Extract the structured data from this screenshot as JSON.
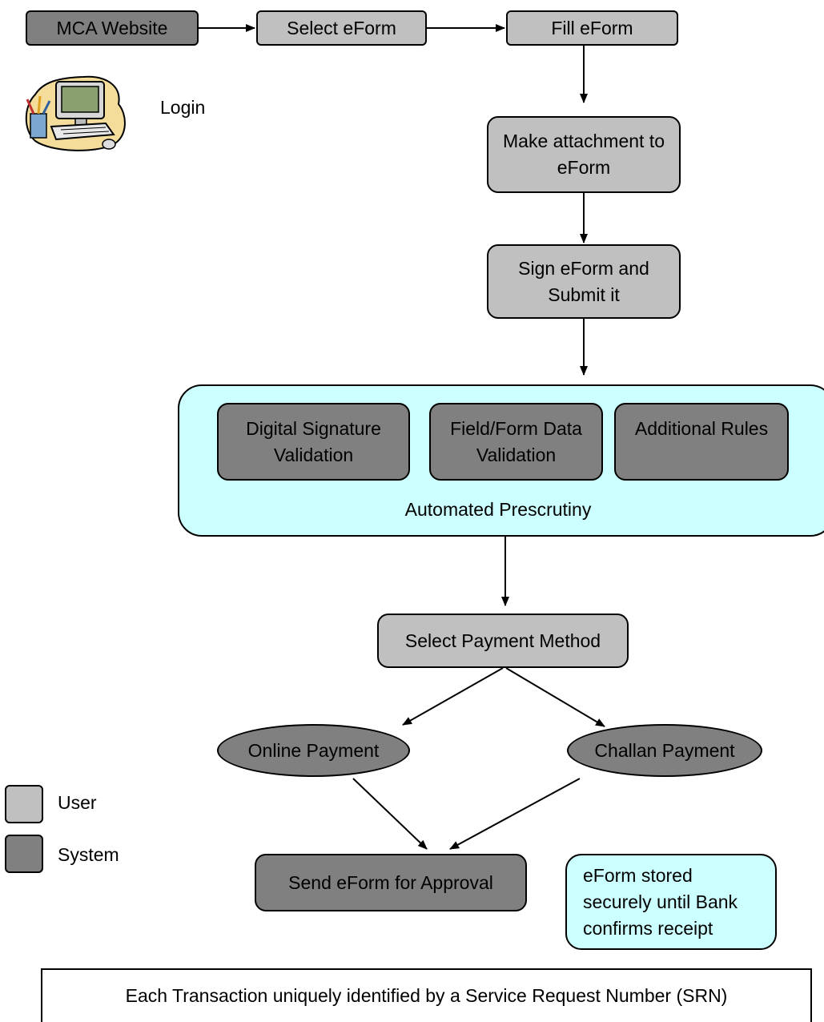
{
  "steps": {
    "mca_website": "MCA Website",
    "select_eform": "Select eForm",
    "fill_eform": "Fill eForm",
    "login": "Login",
    "make_attachment": "Make attachment to eForm",
    "sign_submit": "Sign eForm and Submit it",
    "select_payment": "Select Payment Method",
    "online_payment": "Online Payment",
    "challan_payment": "Challan Payment",
    "send_approval": "Send eForm for Approval"
  },
  "prescrutiny": {
    "title": "Automated Prescrutiny",
    "checks": [
      "Digital Signature Validation",
      "Field/Form Data Validation",
      "Additional Rules"
    ]
  },
  "note": "eForm stored securely until Bank confirms receipt",
  "legend": {
    "user": "User",
    "system": "System"
  },
  "footer": "Each Transaction uniquely identified by a Service Request Number (SRN)",
  "colors": {
    "user": "#c0c0c0",
    "system": "#808080",
    "prescrutiny": "#ccffff"
  },
  "icons": [
    "computer-clipart-icon"
  ]
}
